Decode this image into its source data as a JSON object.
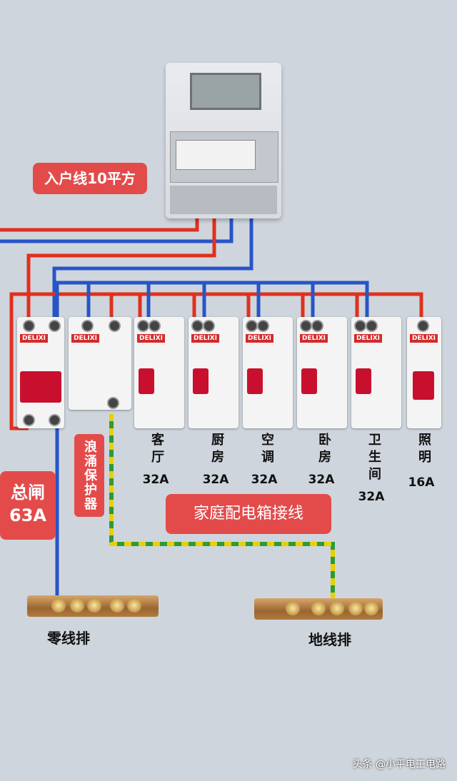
{
  "labels": {
    "incoming": "入户线10平方",
    "main_switch": "总闸",
    "main_current": "63A",
    "surge": "浪涌保护器",
    "title": "家庭配电箱接线",
    "neutral_bar": "零线排",
    "ground_bar": "地线排",
    "watermark": "头条 @小平电工电路"
  },
  "circuits": [
    {
      "name": "客厅",
      "current": "32A"
    },
    {
      "name": "厨房",
      "current": "32A"
    },
    {
      "name": "空调",
      "current": "32A"
    },
    {
      "name": "卧房",
      "current": "32A"
    },
    {
      "name": "卫生间",
      "current": "32A"
    },
    {
      "name": "照明",
      "current": "16A"
    }
  ],
  "brand": "DELIXI",
  "colors": {
    "live_wire": "#e0301e",
    "neutral_wire": "#2755c8",
    "ground_wire_a": "#e8d000",
    "ground_wire_b": "#2e9a3a",
    "label_bg": "#e34b4b"
  }
}
